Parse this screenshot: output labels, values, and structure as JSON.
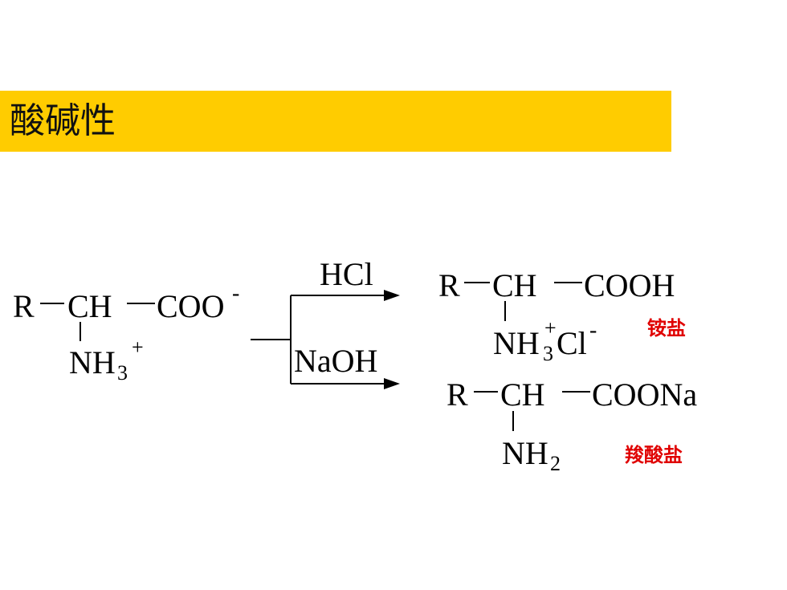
{
  "slide": {
    "title": "酸碱性",
    "title_bg": "#FFCC00",
    "accent_red": "#E00000"
  },
  "reactant": {
    "r": "R",
    "ch": "CH",
    "coo": "COO",
    "coo_charge": "-",
    "nh3": "NH",
    "nh3_sub": "3",
    "nh3_charge": "+"
  },
  "reagents": {
    "top": "HCl",
    "bottom": "NaOH"
  },
  "product_acid": {
    "r": "R",
    "ch": "CH",
    "cooh": "COOH",
    "nh3": "NH",
    "nh3_sub": "3",
    "nh3_charge": "+",
    "cl": "Cl",
    "cl_charge": "-",
    "label": "铵盐"
  },
  "product_base": {
    "r": "R",
    "ch": "CH",
    "coona": "COONa",
    "nh2": "NH",
    "nh2_sub": "2",
    "label": "羧酸盐"
  }
}
